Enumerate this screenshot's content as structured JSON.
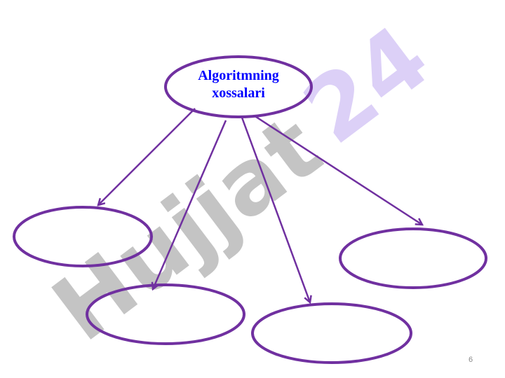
{
  "diagram": {
    "root_label": "Algoritmning xossalari",
    "root_label_lines": [
      "Algoritmning",
      "xossalari"
    ],
    "child_nodes": [
      "",
      "",
      "",
      "",
      ""
    ],
    "accent_color": "#7030a0",
    "text_color": "#0000ff"
  },
  "watermark": {
    "part1": "Hujjat",
    "part2": "24"
  },
  "slide": {
    "page_number": "6"
  }
}
